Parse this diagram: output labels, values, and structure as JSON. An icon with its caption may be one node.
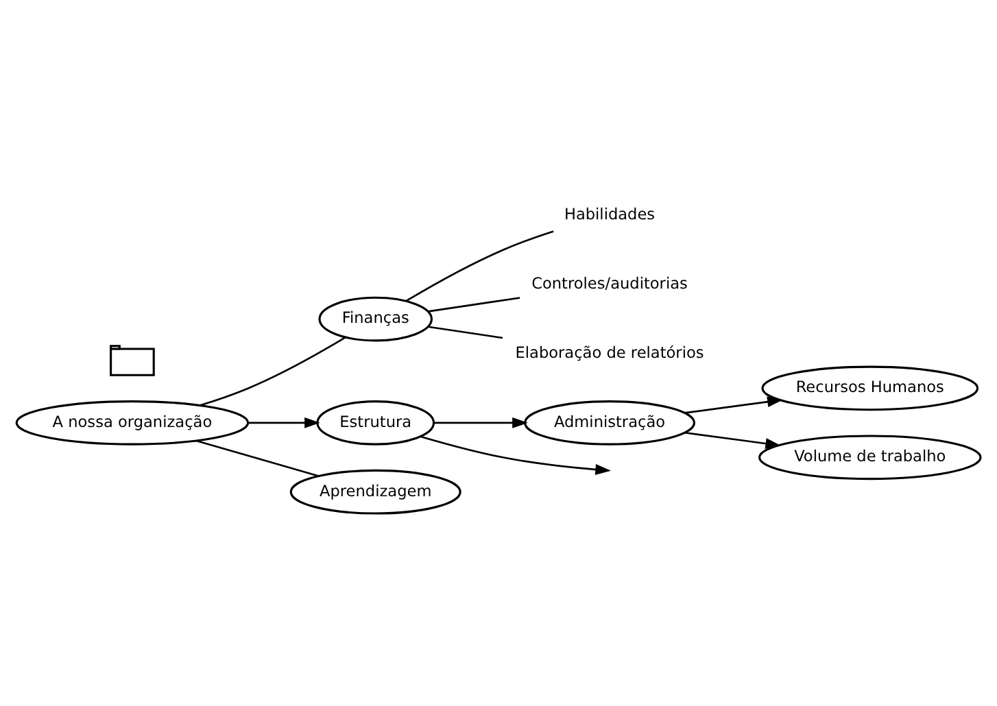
{
  "diagram": {
    "nodes": [
      {
        "text": [
          "A nossa organização"
        ]
      },
      {
        "text": [
          "Finanças"
        ]
      },
      {
        "text": [
          "Habilidades"
        ]
      },
      {
        "text": [
          "Controles/auditorias"
        ]
      },
      {
        "text": [
          "Elaboração de relatórios"
        ]
      },
      {
        "text": [
          "Estrutura"
        ]
      },
      {
        "text": [
          "Aprendizagem"
        ]
      },
      {
        "text": [],
        "shape": "picture"
      },
      {
        "text": [
          "Administração"
        ]
      },
      {
        "text": [
          "Recursos Humanos"
        ]
      },
      {
        "text": [
          "Volume de trabalho"
        ]
      }
    ],
    "edges": [
      {
        "from": 0,
        "to": 1,
        "arrow": "none"
      },
      {
        "from": 1,
        "to": 2,
        "arrow": "none"
      },
      {
        "from": 1,
        "to": 3,
        "arrow": "none"
      },
      {
        "from": 1,
        "to": 4,
        "arrow": "none"
      },
      {
        "from": 0,
        "to": 5,
        "arrow": "to"
      },
      {
        "from": 5,
        "to": null,
        "arrow": "to"
      },
      {
        "from": 0,
        "to": 6,
        "arrow": "none"
      },
      {
        "from": 5,
        "to": 8,
        "arrow": "to"
      },
      {
        "from": 8,
        "to": 9,
        "arrow": "to"
      },
      {
        "from": 8,
        "to": 10,
        "arrow": "to"
      }
    ]
  }
}
